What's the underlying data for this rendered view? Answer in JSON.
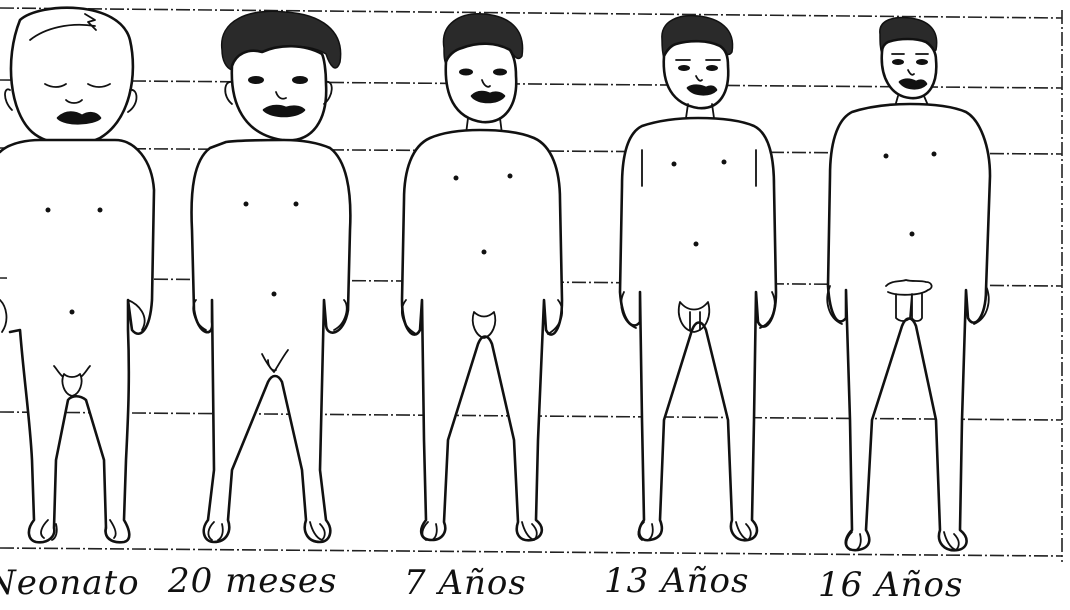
{
  "figures": [
    {
      "key": "neonate",
      "label": "Neonato"
    },
    {
      "key": "20m",
      "label": "20 meses"
    },
    {
      "key": "7y",
      "label": "7 Años"
    },
    {
      "key": "13y",
      "label": "13 Años"
    },
    {
      "key": "16y",
      "label": "16 Años"
    }
  ],
  "colors": {
    "ink": "#111111",
    "paper": "#ffffff"
  }
}
